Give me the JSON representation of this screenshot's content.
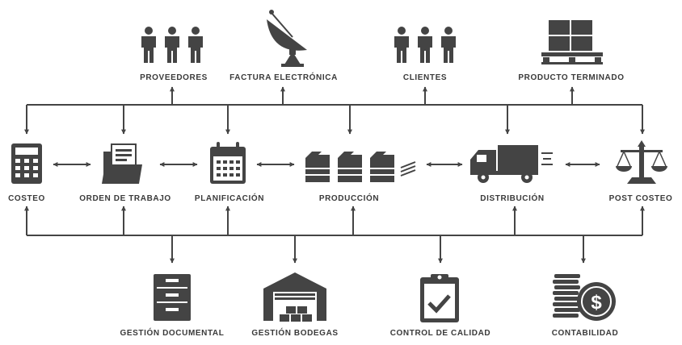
{
  "top": [
    {
      "id": "proveedores",
      "label": "PROVEEDORES",
      "icon": "people-group-icon"
    },
    {
      "id": "factura",
      "label": "FACTURA ELECTRÓNICA",
      "icon": "satellite-dish-icon"
    },
    {
      "id": "clientes",
      "label": "CLIENTES",
      "icon": "people-group-icon"
    },
    {
      "id": "producto",
      "label": "PRODUCTO TERMINADO",
      "icon": "pallet-boxes-icon"
    }
  ],
  "process": [
    {
      "id": "costeo",
      "label": "COSTEO",
      "icon": "calculator-icon"
    },
    {
      "id": "orden",
      "label": "ORDEN DE TRABAJO",
      "icon": "folder-documents-icon"
    },
    {
      "id": "planificacion",
      "label": "PLANIFICACIÓN",
      "icon": "calendar-icon"
    },
    {
      "id": "produccion",
      "label": "PRODUCCIÓN",
      "icon": "production-machines-icon"
    },
    {
      "id": "distribucion",
      "label": "DISTRIBUCIÓN",
      "icon": "delivery-truck-icon"
    },
    {
      "id": "postcosteo",
      "label": "POST COSTEO",
      "icon": "balance-scale-icon"
    }
  ],
  "bottom": [
    {
      "id": "documental",
      "label": "GESTIÓN DOCUMENTAL",
      "icon": "filing-cabinet-icon"
    },
    {
      "id": "bodegas",
      "label": "GESTIÓN BODEGAS",
      "icon": "warehouse-icon"
    },
    {
      "id": "calidad",
      "label": "CONTROL DE CALIDAD",
      "icon": "clipboard-check-icon"
    },
    {
      "id": "contabilidad",
      "label": "CONTABILIDAD",
      "icon": "coin-stack-dollar-icon"
    }
  ],
  "colors": {
    "ink": "#444444",
    "text": "#3a3a3a",
    "background": "#ffffff"
  }
}
